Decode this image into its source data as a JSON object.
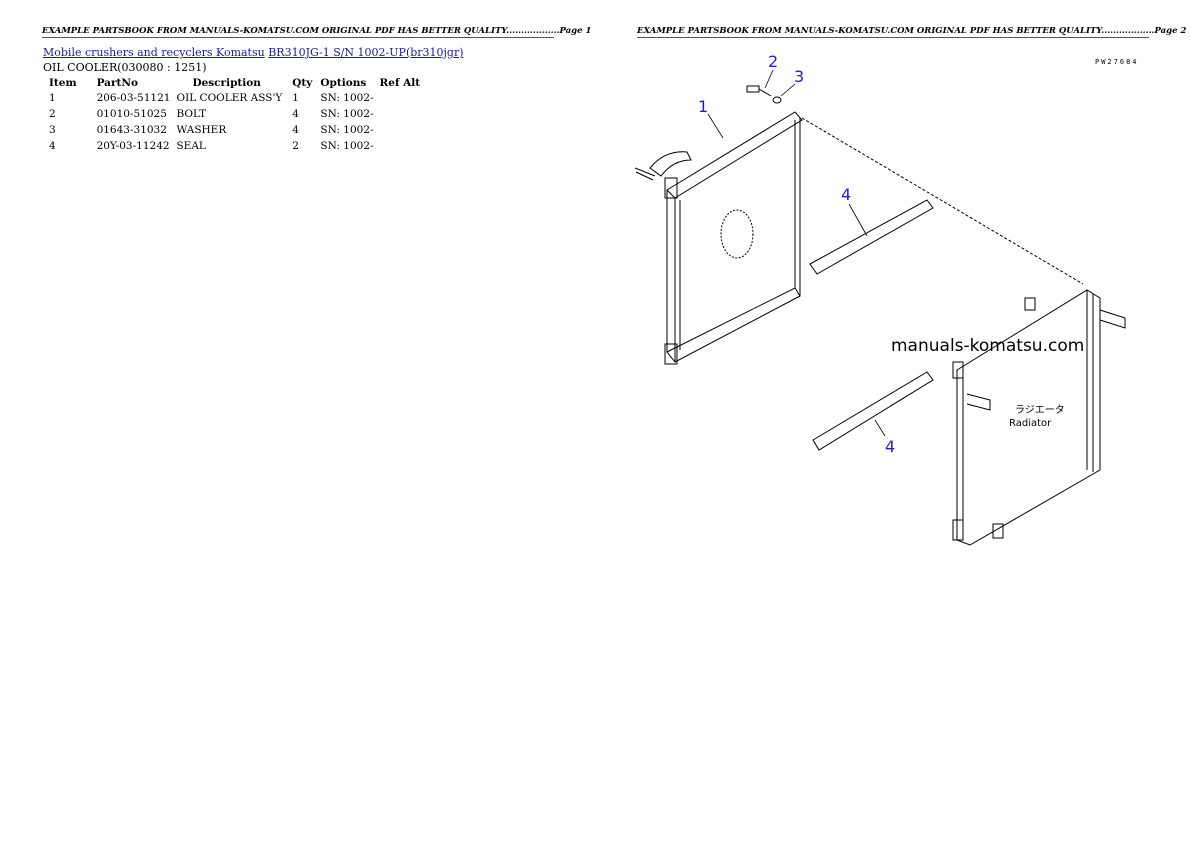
{
  "pages": [
    {
      "header": "EXAMPLE PARTSBOOK FROM MANUALS-KOMATSU.COM ORIGINAL PDF HAS BETTER QUALITY..................Page 1"
    },
    {
      "header": "EXAMPLE PARTSBOOK FROM MANUALS-KOMATSU.COM ORIGINAL PDF HAS BETTER QUALITY..................Page 2"
    }
  ],
  "breadcrumb": {
    "link1": "Mobile crushers and recyclers Komatsu",
    "link2": "BR310JG-1 S/N 1002-UP(br310jgr)"
  },
  "section_title": "OIL COOLER(030080 : 1251)",
  "table": {
    "headers": [
      "Item",
      "PartNo",
      "Description",
      "Qty",
      "Options",
      "Ref Alt"
    ],
    "rows": [
      [
        "1",
        "206-03-51121",
        "OIL COOLER ASS'Y",
        "1",
        "SN: 1002-",
        ""
      ],
      [
        "2",
        "01010-51025",
        "BOLT",
        "4",
        "SN: 1002-",
        ""
      ],
      [
        "3",
        "01643-31032",
        "WASHER",
        "4",
        "SN: 1002-",
        ""
      ],
      [
        "4",
        "20Y-03-11242",
        "SEAL",
        "2",
        "SN: 1002-",
        ""
      ]
    ]
  },
  "diagram": {
    "figure_code": "PW27684",
    "watermark": "manuals-komatsu.com",
    "callouts": [
      "1",
      "2",
      "3",
      "4",
      "4"
    ],
    "radiator_label_jp": "ラジエータ",
    "radiator_label_en": "Radiator",
    "callout_color": "#1f1fd0"
  }
}
